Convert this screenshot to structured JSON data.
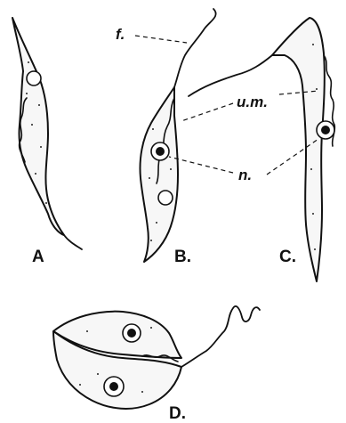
{
  "figure": {
    "part_labels": {
      "f": "f.",
      "um": "u.m.",
      "n": "n."
    },
    "panel_labels": {
      "A": "A",
      "B": "B.",
      "C": "C.",
      "D": "D."
    }
  }
}
